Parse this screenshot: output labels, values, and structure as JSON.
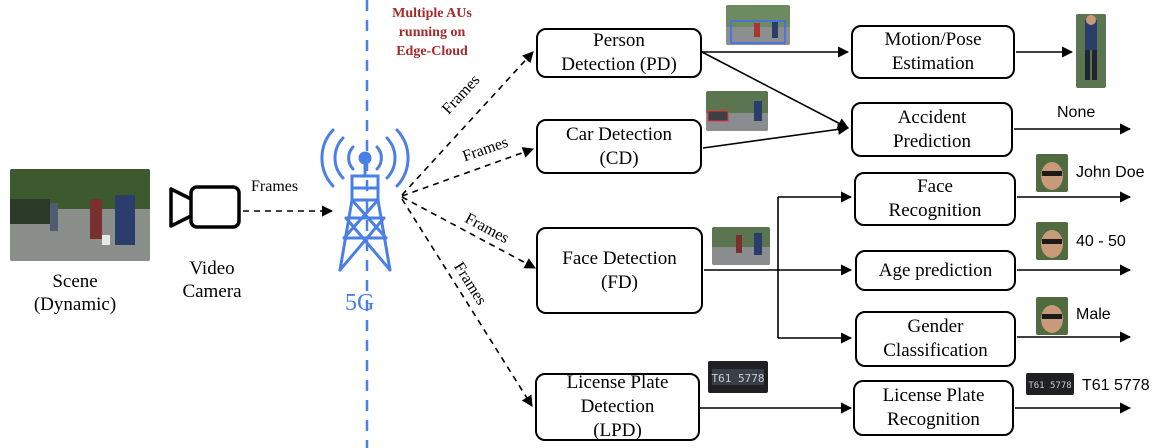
{
  "labels": {
    "scene": [
      "Scene",
      "(Dynamic)"
    ],
    "camera": [
      "Video",
      "Camera"
    ],
    "frames_camera": "Frames",
    "frames_pd": "Frames",
    "frames_cd": "Frames",
    "frames_fd": "Frames",
    "frames_lpd": "Frames",
    "edge_note": [
      "Multiple AUs",
      "running on",
      "Edge-Cloud"
    ],
    "five_g": "5G"
  },
  "nodes": {
    "pd": [
      "Person",
      "Detection (PD)"
    ],
    "cd": [
      "Car Detection",
      "(CD)"
    ],
    "fd": [
      "Face Detection",
      "(FD)"
    ],
    "lpd": [
      "License Plate",
      "Detection",
      "(LPD)"
    ],
    "motion": [
      "Motion/Pose",
      "Estimation"
    ],
    "accident": [
      "Accident",
      "Prediction"
    ],
    "face_rec": [
      "Face",
      "Recognition"
    ],
    "age": [
      "Age prediction"
    ],
    "gender": [
      "Gender",
      "Classification"
    ],
    "lpr": [
      "License Plate",
      "Recognition"
    ]
  },
  "outputs": {
    "accident": "None",
    "face_rec": "John Doe",
    "age": "40 - 50",
    "gender": "Male",
    "lpr": "T61 5778"
  },
  "colors": {
    "accent_blue": "#4a7fe8",
    "edge_note": "#a52a2a",
    "line": "#000000"
  },
  "icons": {
    "camera": "video-camera-icon",
    "tower": "5g-tower-icon"
  }
}
